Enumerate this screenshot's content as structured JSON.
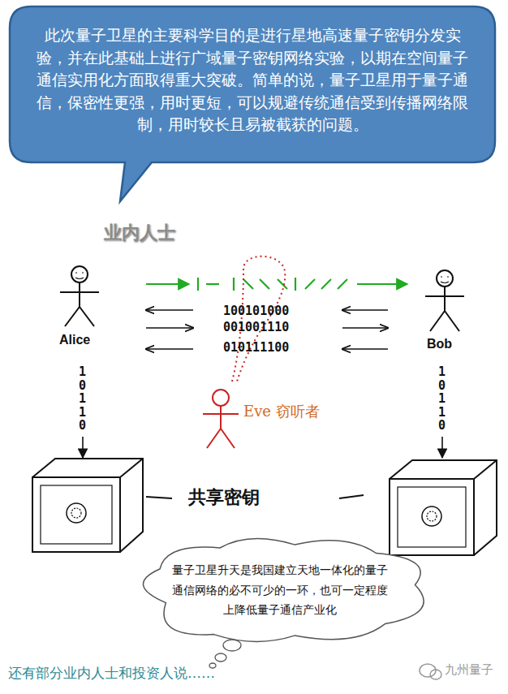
{
  "diagram": {
    "nodes": [
      {
        "text": [
          "此次量子卫星的主要科学目的是进行星地高速量子密钥分发实验，并在此基础上进行广域量子密钥网络实验，以期在空间量子通信实用化方面取得重大突破。简单的说，量子卫星用于量子通信，保密性更强，用时更短，可以规避传统通信受到传播网络限制，用时较长且易被截获的问题。"
        ]
      },
      {
        "text": [
          "量子卫星升天是我国建立天地一体化的量子通信网络的必不可少的一环，也可一定程度上降低量子通信产业化"
        ]
      }
    ],
    "edges": [],
    "labels": [
      "业内人士",
      "Alice",
      "Bob",
      "100101000",
      "001001110",
      "010111100",
      "Eve 窃听者",
      "10110",
      "10110",
      "共享密钥",
      "还有部分业内人士和投资人说……",
      "九州量子"
    ]
  }
}
